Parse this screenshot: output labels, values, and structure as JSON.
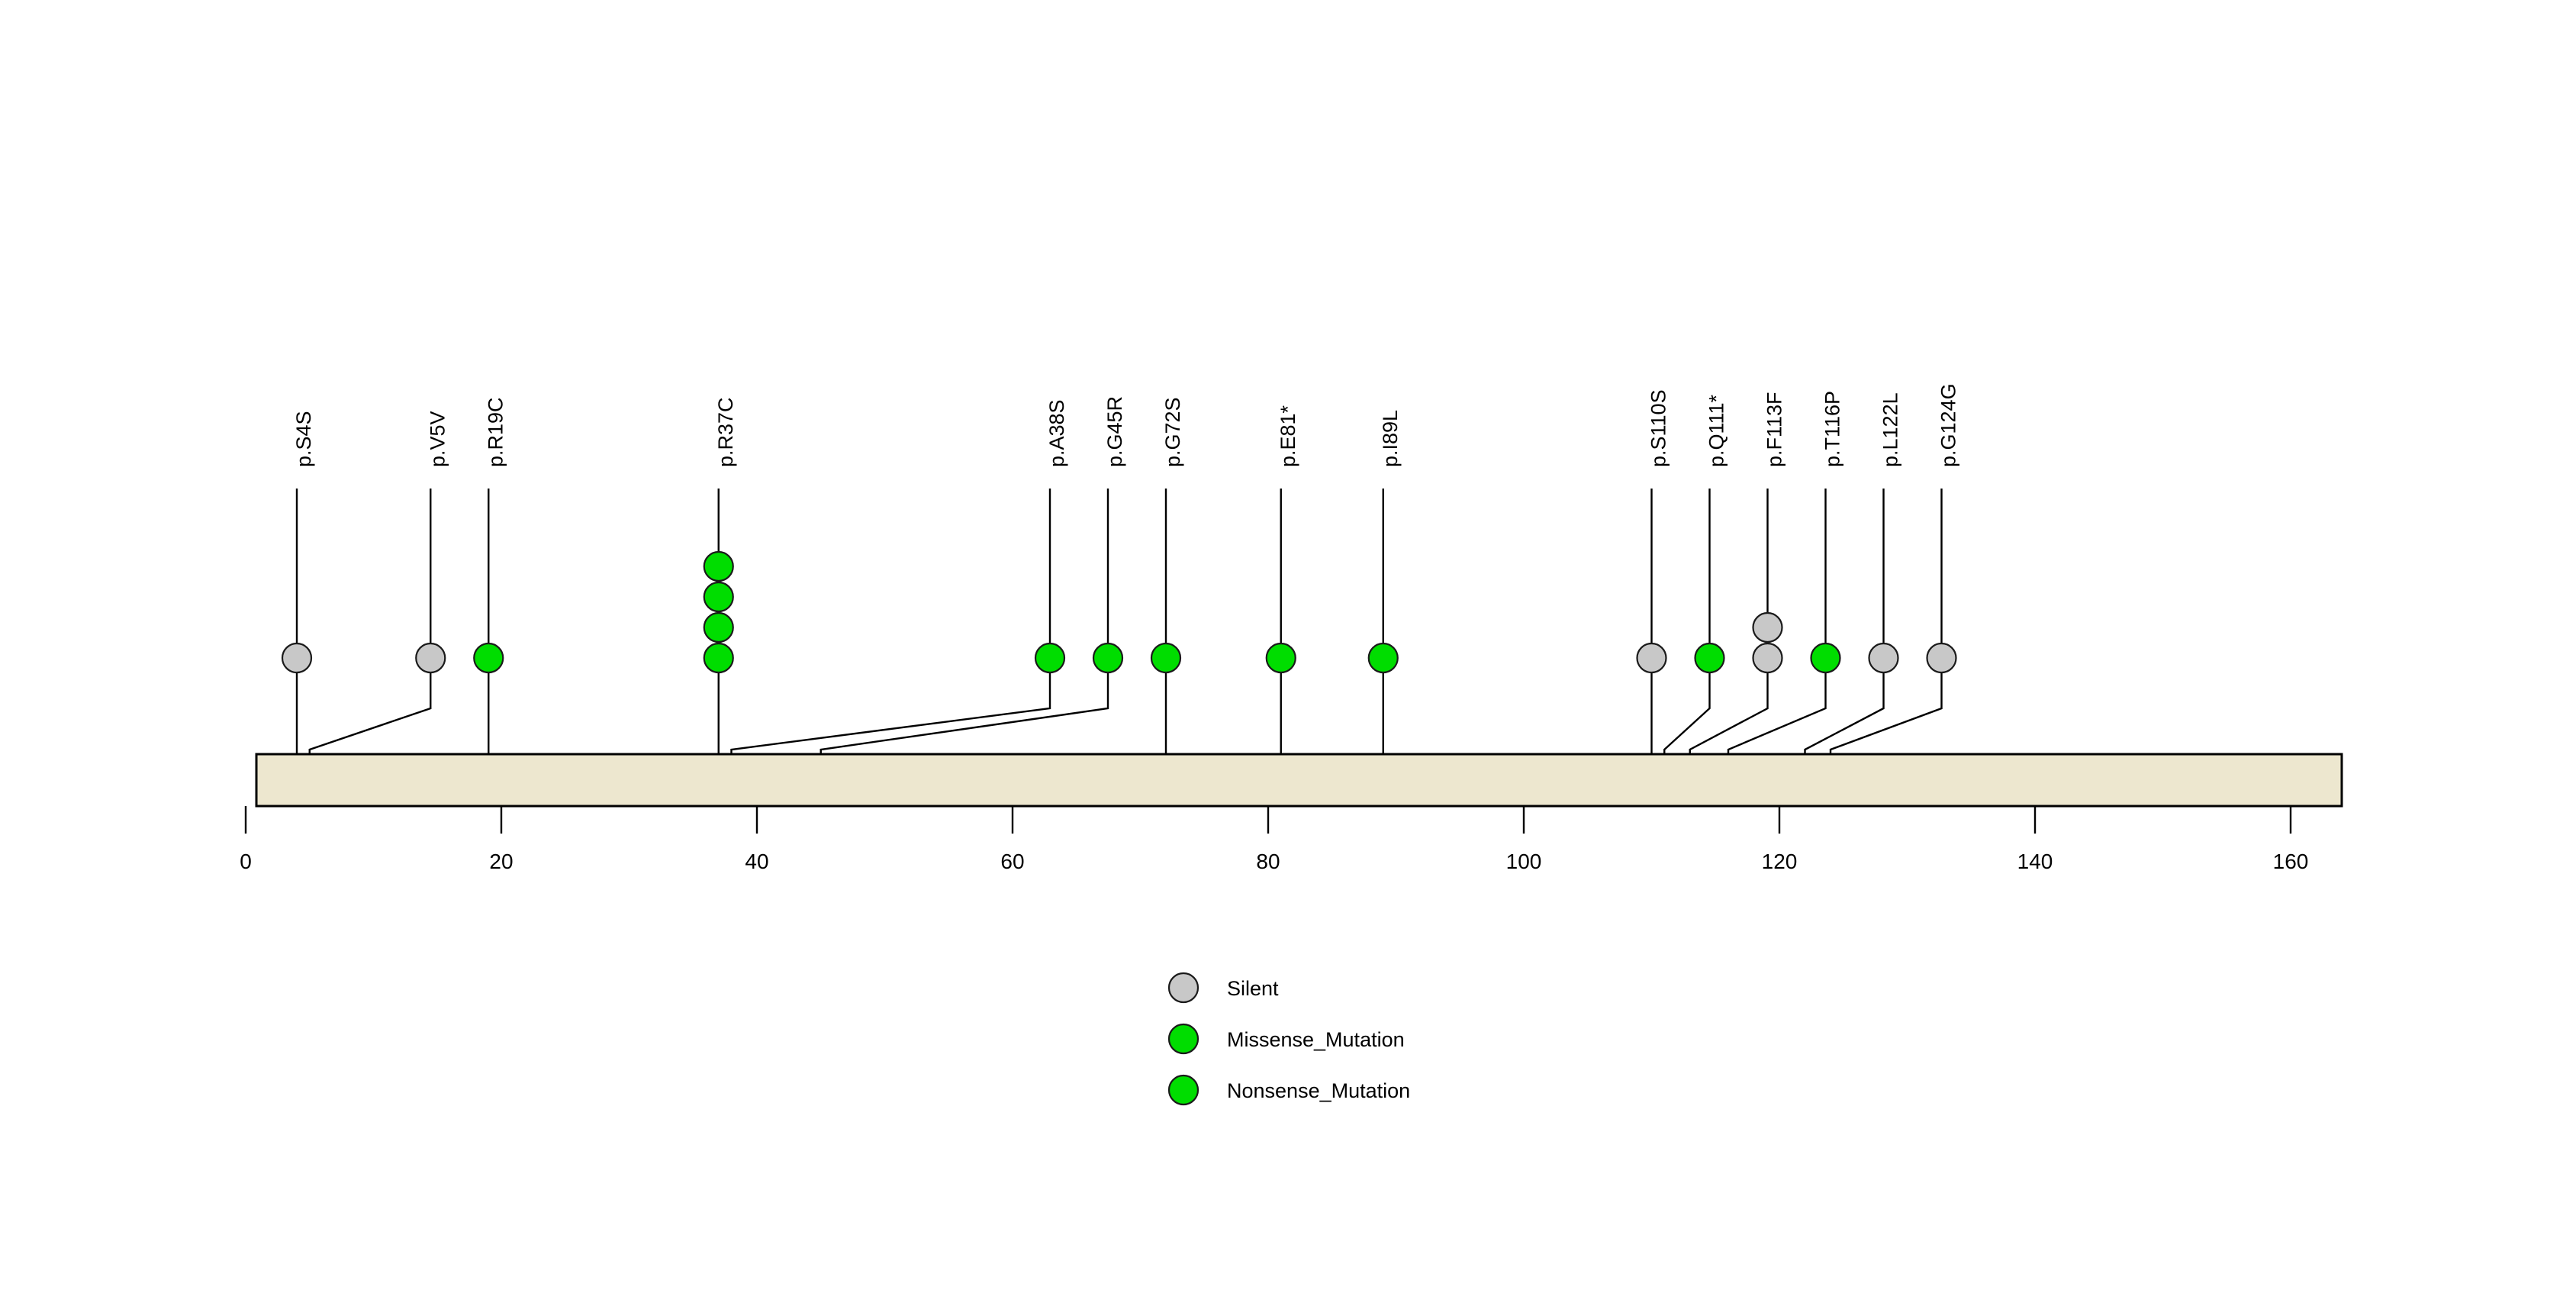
{
  "chart_data": {
    "type": "lollipop",
    "title": "",
    "xlabel": "",
    "ylabel": "",
    "xlim": [
      0,
      164
    ],
    "axis_ticks": [
      0,
      20,
      40,
      60,
      80,
      100,
      120,
      140,
      160
    ],
    "grid": false,
    "legend_position": "bottom-center",
    "protein_length": 164,
    "domain_bar": {
      "start": 0,
      "end": 164,
      "fill": "#EDE7CF",
      "stroke": "#000000"
    },
    "categories": [
      "p.S4S",
      "p.V5V",
      "p.R19C",
      "p.R37C",
      "p.A38S",
      "p.G45R",
      "p.G72S",
      "p.E81*",
      "p.I89L",
      "p.S110S",
      "p.Q111*",
      "p.F113F",
      "p.T116P",
      "p.L122L",
      "p.G124G"
    ],
    "values": [
      1,
      1,
      1,
      4,
      1,
      1,
      1,
      1,
      1,
      1,
      1,
      2,
      1,
      1,
      1
    ],
    "positions": [
      4,
      5,
      19,
      37,
      38,
      45,
      72,
      81,
      89,
      110,
      111,
      113,
      116,
      122,
      124
    ],
    "mutations": [
      {
        "label": "p.S4S",
        "position": 4,
        "count": 1,
        "type": "Silent",
        "color": "#C8C8C8"
      },
      {
        "label": "p.V5V",
        "position": 5,
        "count": 1,
        "type": "Silent",
        "color": "#C8C8C8"
      },
      {
        "label": "p.R19C",
        "position": 19,
        "count": 1,
        "type": "Missense_Mutation",
        "color": "#00DD00"
      },
      {
        "label": "p.R37C",
        "position": 37,
        "count": 4,
        "type": "Missense_Mutation",
        "color": "#00DD00"
      },
      {
        "label": "p.A38S",
        "position": 38,
        "count": 1,
        "type": "Missense_Mutation",
        "color": "#00DD00"
      },
      {
        "label": "p.G45R",
        "position": 45,
        "count": 1,
        "type": "Missense_Mutation",
        "color": "#00DD00"
      },
      {
        "label": "p.G72S",
        "position": 72,
        "count": 1,
        "type": "Missense_Mutation",
        "color": "#00DD00"
      },
      {
        "label": "p.E81*",
        "position": 81,
        "count": 1,
        "type": "Nonsense_Mutation",
        "color": "#00DD00"
      },
      {
        "label": "p.I89L",
        "position": 89,
        "count": 1,
        "type": "Missense_Mutation",
        "color": "#00DD00"
      },
      {
        "label": "p.S110S",
        "position": 110,
        "count": 1,
        "type": "Silent",
        "color": "#C8C8C8"
      },
      {
        "label": "p.Q111*",
        "position": 111,
        "count": 1,
        "type": "Nonsense_Mutation",
        "color": "#00DD00"
      },
      {
        "label": "p.F113F",
        "position": 113,
        "count": 2,
        "type": "Silent",
        "color": "#C8C8C8"
      },
      {
        "label": "p.T116P",
        "position": 116,
        "count": 1,
        "type": "Missense_Mutation",
        "color": "#00DD00"
      },
      {
        "label": "p.L122L",
        "position": 122,
        "count": 1,
        "type": "Silent",
        "color": "#C8C8C8"
      },
      {
        "label": "p.G124G",
        "position": 124,
        "count": 1,
        "type": "Silent",
        "color": "#C8C8C8"
      }
    ],
    "legend": [
      {
        "label": "Silent",
        "color": "#C8C8C8"
      },
      {
        "label": "Missense_Mutation",
        "color": "#00DD00"
      },
      {
        "label": "Nonsense_Mutation",
        "color": "#00DD00"
      }
    ]
  },
  "axis": {
    "tick_labels": [
      "0",
      "20",
      "40",
      "60",
      "80",
      "100",
      "120",
      "140",
      "160"
    ]
  },
  "legend": {
    "items": [
      {
        "label": "Silent"
      },
      {
        "label": "Missense_Mutation"
      },
      {
        "label": "Nonsense_Mutation"
      }
    ]
  }
}
